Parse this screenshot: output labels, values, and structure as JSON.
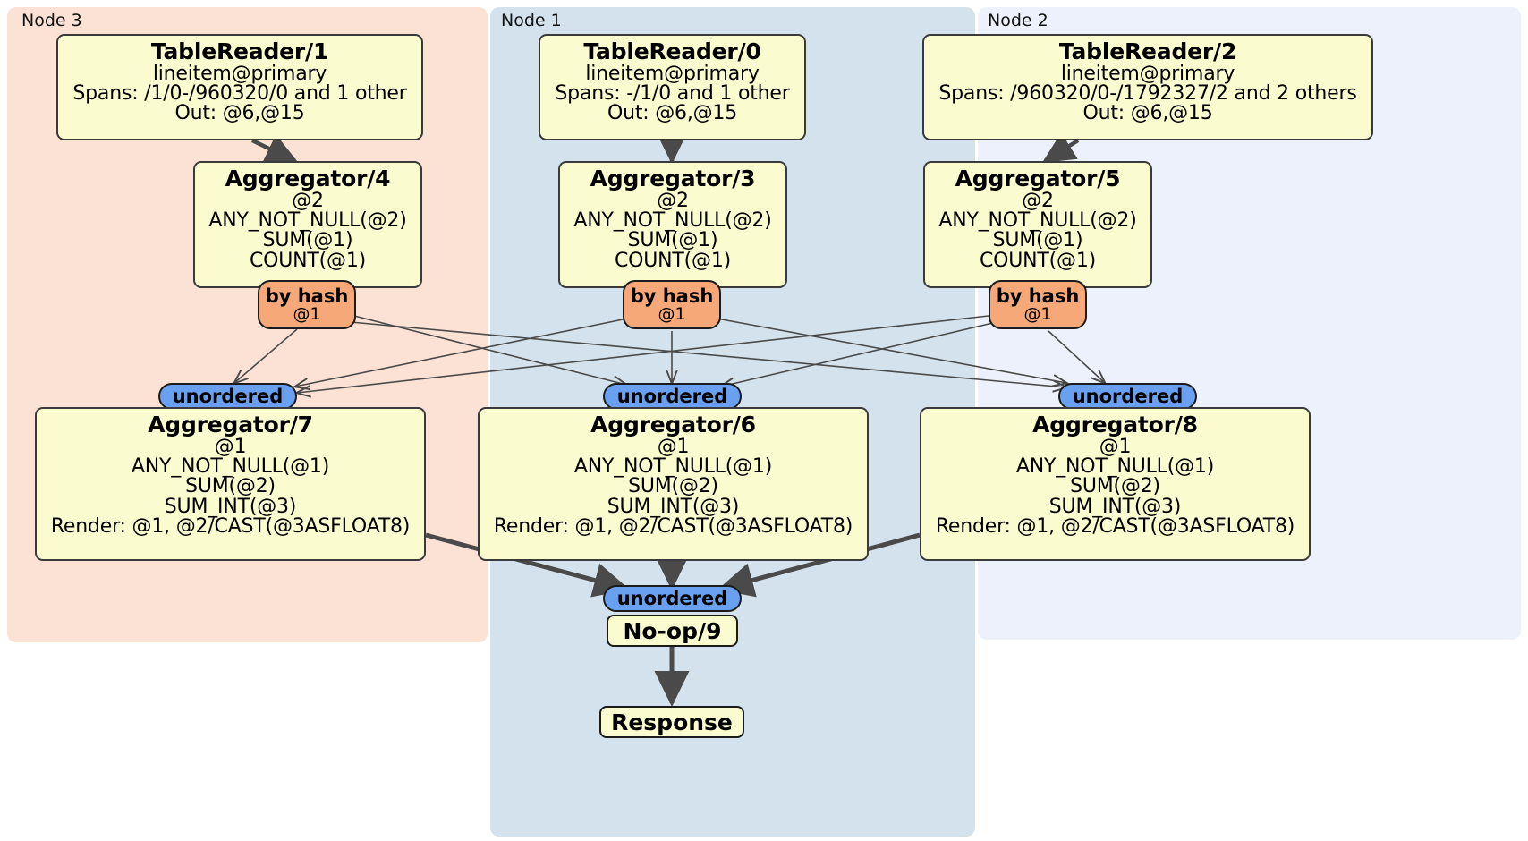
{
  "diagram": {
    "type": "distributed-query-plan",
    "colors": {
      "node3_panel": "#fbe2d4",
      "node1_panel": "#d3e2ec",
      "node2_panel": "#ecf1fb",
      "processor_fill": "#fbfbd0",
      "by_hash_fill": "#f6a878",
      "unordered_fill": "#69a0ef",
      "stroke": "#3a3a3a",
      "background": "#ffffff"
    }
  },
  "nodes": [
    {
      "id": "node3",
      "label": "Node 3"
    },
    {
      "id": "node1",
      "label": "Node 1"
    },
    {
      "id": "node2",
      "label": "Node 2"
    }
  ],
  "processors": {
    "table_reader_1": {
      "title": "TableReader/1",
      "lines": [
        "lineitem@primary",
        "Spans: /1/0-/960320/0 and 1 other",
        "Out: @6,@15"
      ]
    },
    "table_reader_0": {
      "title": "TableReader/0",
      "lines": [
        "lineitem@primary",
        "Spans: -/1/0 and 1 other",
        "Out: @6,@15"
      ]
    },
    "table_reader_2": {
      "title": "TableReader/2",
      "lines": [
        "lineitem@primary",
        "Spans: /960320/0-/1792327/2 and 2 others",
        "Out: @6,@15"
      ]
    },
    "aggregator_4": {
      "title": "Aggregator/4",
      "lines": [
        "@2",
        "ANY_NOT_NULL(@2)",
        "SUM(@1)",
        "COUNT(@1)"
      ]
    },
    "aggregator_3": {
      "title": "Aggregator/3",
      "lines": [
        "@2",
        "ANY_NOT_NULL(@2)",
        "SUM(@1)",
        "COUNT(@1)"
      ]
    },
    "aggregator_5": {
      "title": "Aggregator/5",
      "lines": [
        "@2",
        "ANY_NOT_NULL(@2)",
        "SUM(@1)",
        "COUNT(@1)"
      ]
    },
    "aggregator_7": {
      "title": "Aggregator/7",
      "lines": [
        "@1",
        "ANY_NOT_NULL(@1)",
        "SUM(@2)",
        "SUM_INT(@3)",
        "Render: @1, @2/CAST(@3ASFLOAT8)"
      ]
    },
    "aggregator_6": {
      "title": "Aggregator/6",
      "lines": [
        "@1",
        "ANY_NOT_NULL(@1)",
        "SUM(@2)",
        "SUM_INT(@3)",
        "Render: @1, @2/CAST(@3ASFLOAT8)"
      ]
    },
    "aggregator_8": {
      "title": "Aggregator/8",
      "lines": [
        "@1",
        "ANY_NOT_NULL(@1)",
        "SUM(@2)",
        "SUM_INT(@3)",
        "Render: @1, @2/CAST(@3ASFLOAT8)"
      ]
    },
    "noop_9": {
      "title": "No-op/9"
    },
    "response": {
      "title": "Response"
    }
  },
  "routers": {
    "by_hash_left": {
      "label": "by hash",
      "sublabel": "@1"
    },
    "by_hash_center": {
      "label": "by hash",
      "sublabel": "@1"
    },
    "by_hash_right": {
      "label": "by hash",
      "sublabel": "@1"
    }
  },
  "synchronizers": {
    "unordered_left": {
      "label": "unordered"
    },
    "unordered_center": {
      "label": "unordered"
    },
    "unordered_right": {
      "label": "unordered"
    },
    "unordered_final": {
      "label": "unordered"
    }
  }
}
